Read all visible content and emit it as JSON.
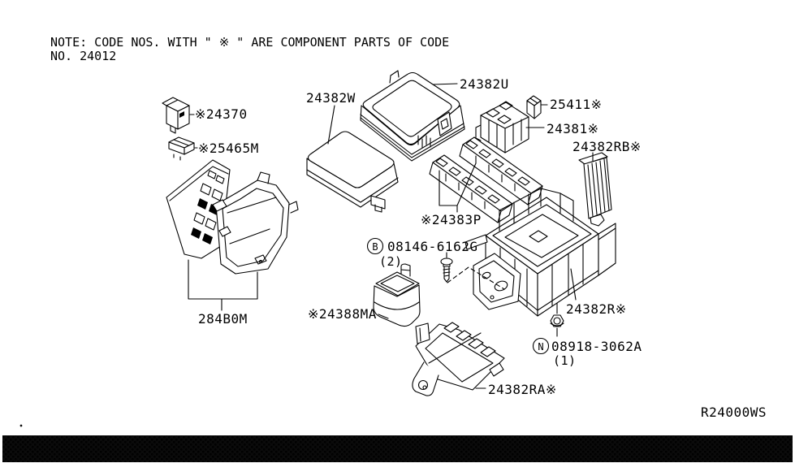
{
  "note": {
    "line1": "NOTE: CODE NOS. WITH \" ※ \" ARE COMPONENT PARTS OF CODE",
    "line2": "NO. 24012"
  },
  "diagram_ref": "R24000WS",
  "colors": {
    "line": "#000000",
    "background": "#ffffff",
    "footer_strip": "#0b0b0b"
  },
  "parts": {
    "p24370": {
      "label": "※24370"
    },
    "p25465m": {
      "label": "※25465M"
    },
    "p24382w": {
      "label": "24382W"
    },
    "p24382u": {
      "label": "24382U"
    },
    "p25411": {
      "label": "25411※"
    },
    "p24381": {
      "label": "24381※"
    },
    "p24382rb": {
      "label": "24382RB※"
    },
    "p24383p": {
      "label": "※24383P"
    },
    "p284b0m": {
      "label": "284B0M"
    },
    "p24388ma": {
      "label": "※24388MA"
    },
    "p24382r": {
      "label": "24382R※"
    },
    "p24382ra": {
      "label": "24382RA※"
    },
    "bolt": {
      "symbol": "B",
      "code": "08146-6162G",
      "qty": "(2)"
    },
    "nut": {
      "symbol": "N",
      "code": "08918-3062A",
      "qty": "(1)"
    }
  }
}
